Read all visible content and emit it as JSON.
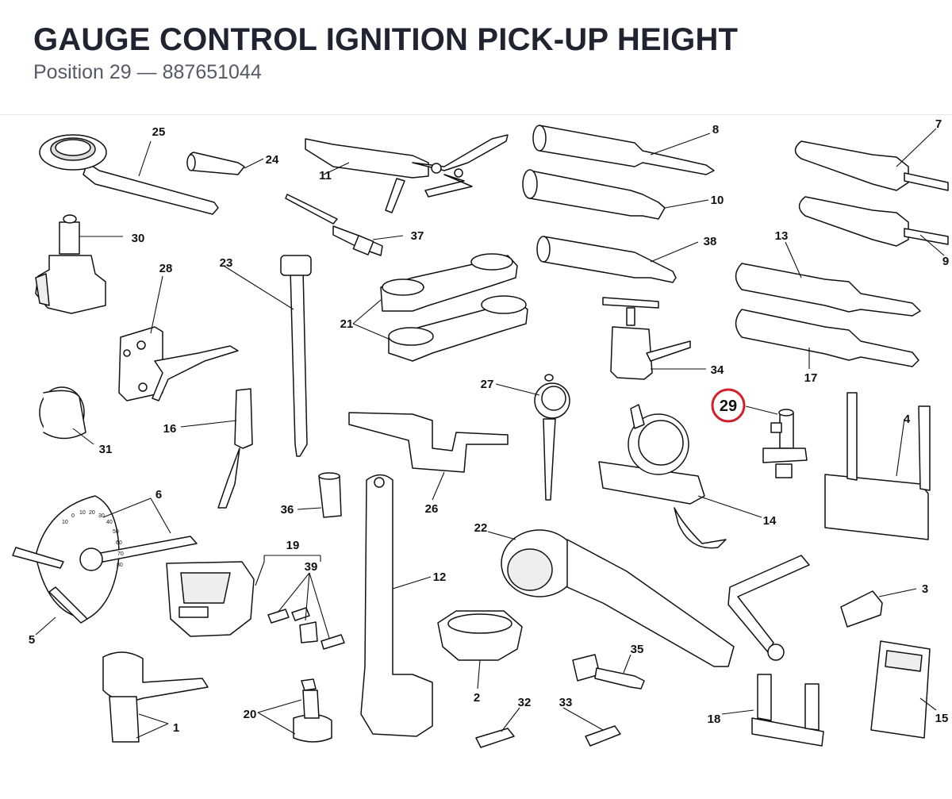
{
  "header": {
    "title": "GAUGE CONTROL IGNITION PICK-UP HEIGHT",
    "position_label": "Position 29",
    "separator": "—",
    "part_number": "887651044"
  },
  "diagram": {
    "highlight_color": "#d0202a",
    "highlighted_callout": "29",
    "callouts": [
      "1",
      "2",
      "3",
      "4",
      "5",
      "6",
      "7",
      "8",
      "9",
      "10",
      "11",
      "12",
      "13",
      "14",
      "15",
      "16",
      "17",
      "18",
      "19",
      "20",
      "21",
      "22",
      "23",
      "24",
      "25",
      "26",
      "27",
      "28",
      "29",
      "30",
      "31",
      "32",
      "33",
      "34",
      "35",
      "36",
      "37",
      "38",
      "39"
    ],
    "gauge_scale_marks": [
      "10",
      "0",
      "10",
      "20",
      "30",
      "40",
      "50",
      "60",
      "70",
      "80"
    ]
  }
}
